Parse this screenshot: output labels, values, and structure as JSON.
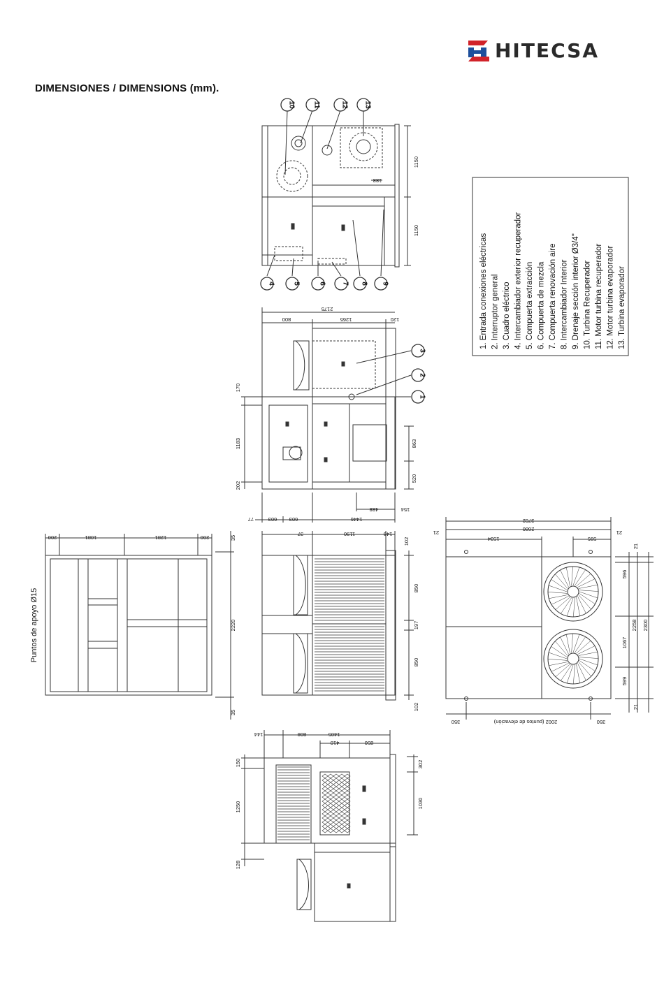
{
  "header": {
    "brand": "HITECSA",
    "title": "DIMENSIONES / DIMENSIONS (mm).",
    "colors": {
      "logo_red": "#d1232a",
      "logo_blue": "#1d4f9c",
      "line": "#333333"
    }
  },
  "legend": {
    "items": [
      "1.  Entrada conexiones eléctricas",
      "2.  Interruptor general",
      "3.  Cuadro eléctrico",
      "4.  Intercambiador exterior recuperador",
      "5.  Compuerta extracción",
      "6.  Compuerta de mezcla",
      "7.  Compuerta renovación aire",
      "8.  Intercambiador Interior",
      "9.  Drenaje sección interior Ø3/4\"",
      "10. Turbina Recuperador",
      "11. Motor turbina recuperador",
      "12. Motor turbina evaporador",
      "13. Turbina evaporador"
    ]
  },
  "base_view": {
    "label": "Puntos de apoyo Ø15",
    "dims_top": [
      "200",
      "1081",
      "1281",
      "200"
    ],
    "dims_side": [
      "35",
      "2220",
      "35"
    ]
  },
  "top_view": {
    "callouts": [
      "10",
      "11",
      "12",
      "13",
      "4",
      "5",
      "6",
      "7",
      "8",
      "9"
    ],
    "dims": [
      "1150",
      "1150",
      "188"
    ]
  },
  "side_view_1": {
    "callouts": [
      "3",
      "2",
      "1"
    ],
    "dims": [
      "2175",
      "800",
      "1265",
      "120",
      "170",
      "1183",
      "202",
      "863",
      "520",
      "77",
      "603",
      "603",
      "1446",
      "488",
      "154"
    ]
  },
  "main_view": {
    "dims": [
      "37",
      "1190",
      "149",
      "102",
      "850",
      "197",
      "850",
      "102"
    ]
  },
  "right_view": {
    "dims": [
      "3702",
      "21",
      "2680",
      "21",
      "1534",
      "595",
      "21",
      "596",
      "1067",
      "2258",
      "2300",
      "599",
      "21",
      "350",
      "2002 (puntos de elevación)",
      "350"
    ]
  },
  "bottom_view": {
    "dims": [
      "144",
      "808",
      "1405",
      "410",
      "850",
      "150",
      "1250",
      "128",
      "302",
      "1030"
    ]
  }
}
